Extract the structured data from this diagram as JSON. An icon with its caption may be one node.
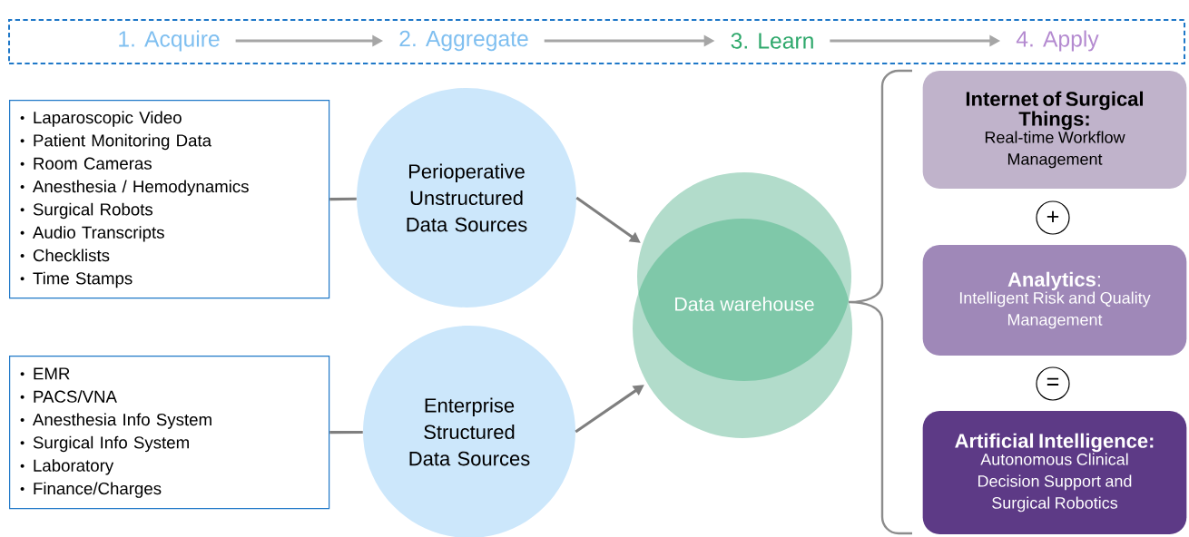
{
  "diagram": {
    "nodes": [
      {
        "text": [],
        "shape": "box"
      },
      {
        "text": [
          "1. Acquire"
        ],
        "in": 0
      },
      {
        "text": [
          "2. Aggregate"
        ],
        "in": 0
      },
      {
        "text": [
          "3. Learn"
        ],
        "in": 0
      },
      {
        "text": [
          "4. Apply"
        ],
        "in": 0
      },
      {
        "text": [
          "Laparoscopic Video",
          "Patient Monitoring Data",
          "Room Cameras",
          "Anesthesia / Hemodynamics",
          "Surgical Robots",
          "Audio Transcripts",
          "Checklists",
          "Time Stamps"
        ]
      },
      {
        "text": [
          "Perioperative Unstructured Data Sources"
        ]
      },
      {
        "text": [
          "EMR",
          "PACS/VNA",
          "Anesthesia Info System",
          "Surgical Info System",
          "Laboratory",
          "Finance/Charges"
        ]
      },
      {
        "text": [
          "Enterprise Structured Data Sources"
        ]
      },
      {
        "text": [
          "Data warehouse"
        ]
      },
      {
        "text": [
          "Internet of Surgical Things:",
          "Real-time Workflow Management"
        ]
      },
      {
        "text": [
          "+"
        ]
      },
      {
        "text": [
          "**Analytics**:",
          "Intelligent Risk and Quality Management"
        ]
      },
      {
        "text": [
          "="
        ]
      },
      {
        "text": [
          "Artificial Intelligence:",
          "Autonomous Clinical Decision Support and Surgical Robotics"
        ]
      }
    ],
    "edges": [
      {
        "from": 1,
        "to": 2,
        "arrow": "to",
        "color": "#a6a6a6"
      },
      {
        "from": 2,
        "to": 3,
        "arrow": "to",
        "color": "#a6a6a6"
      },
      {
        "from": 3,
        "to": 4,
        "arrow": "to",
        "color": "#a6a6a6"
      },
      {
        "from": 5,
        "to": 6,
        "arrow": "none"
      },
      {
        "from": 7,
        "to": 8,
        "arrow": "none"
      },
      {
        "from": 6,
        "to": 9,
        "arrow": "to"
      },
      {
        "from": 8,
        "to": 9,
        "arrow": "to"
      }
    ]
  }
}
